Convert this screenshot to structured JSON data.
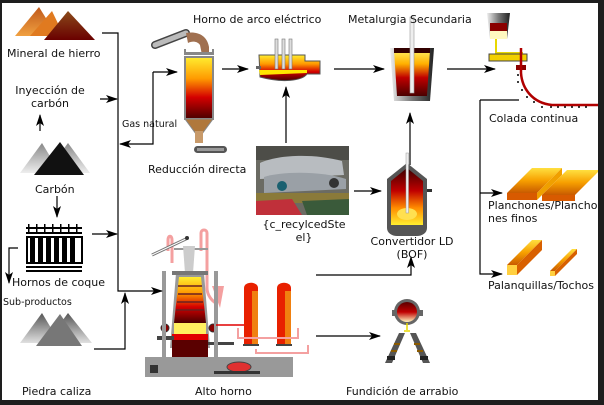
{
  "diagram": {
    "labels": {
      "iron_ore": "Mineral de hierro",
      "coal_injection_line1": "Inyección de",
      "coal_injection_line2": "carbón",
      "coal": "Carbón",
      "coke_ovens": "Hornos de coque",
      "byproducts": "Sub-productos",
      "limestone": "Piedra caliza",
      "natural_gas": "Gas natural",
      "direct_reduction": "Reducción directa",
      "electric_arc_furnace": "Horno de arco eléctrico",
      "secondary_metallurgy": "Metalurgia Secundaria",
      "continuous_casting": "Colada continua",
      "recycled_steel_line1": "{c_recylcedSte",
      "recycled_steel_line2": "el}",
      "bof_line1": "Convertidor LD",
      "bof_line2": "(BOF)",
      "blast_furnace": "Alto horno",
      "pig_iron_casting": "Fundición de arrabio",
      "slabs_line1": "Planchones/Plancho",
      "slabs_line2": "nes finos",
      "billets": "Palanquillas/Tochos"
    },
    "colors": {
      "molten_yellow": "#ffe600",
      "molten_red": "#d40000",
      "dark_red": "#5a0000",
      "steel_gray": "#888888",
      "pipe_pink": "#f4a0a0",
      "ore_orange": "#e07a20",
      "ore_brown": "#6b1a00"
    }
  }
}
